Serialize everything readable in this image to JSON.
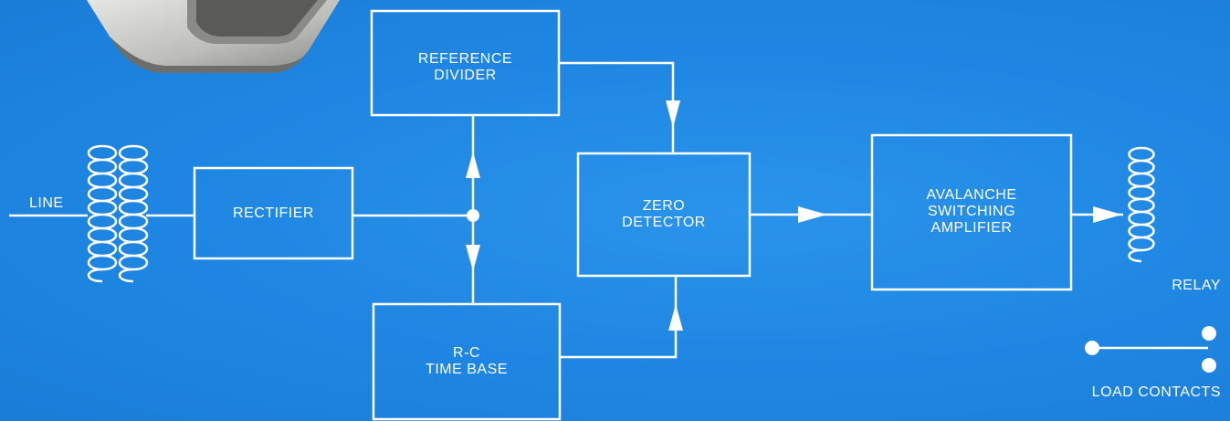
{
  "colors": {
    "background": "#1f8ae6",
    "lines": "#ffffff",
    "device_body": "#c9c9c6"
  },
  "labels": {
    "line": "LINE",
    "rectifier": "RECTIFIER",
    "reference_divider": [
      "REFERENCE",
      "DIVIDER"
    ],
    "rc_time_base": [
      "R-C",
      "TIME BASE"
    ],
    "zero_detector": [
      "ZERO",
      "DETECTOR"
    ],
    "avalanche_amplifier": [
      "AVALANCHE",
      "SWITCHING",
      "AMPLIFIER"
    ],
    "relay": "RELAY",
    "load_contacts": "LOAD CONTACTS"
  }
}
